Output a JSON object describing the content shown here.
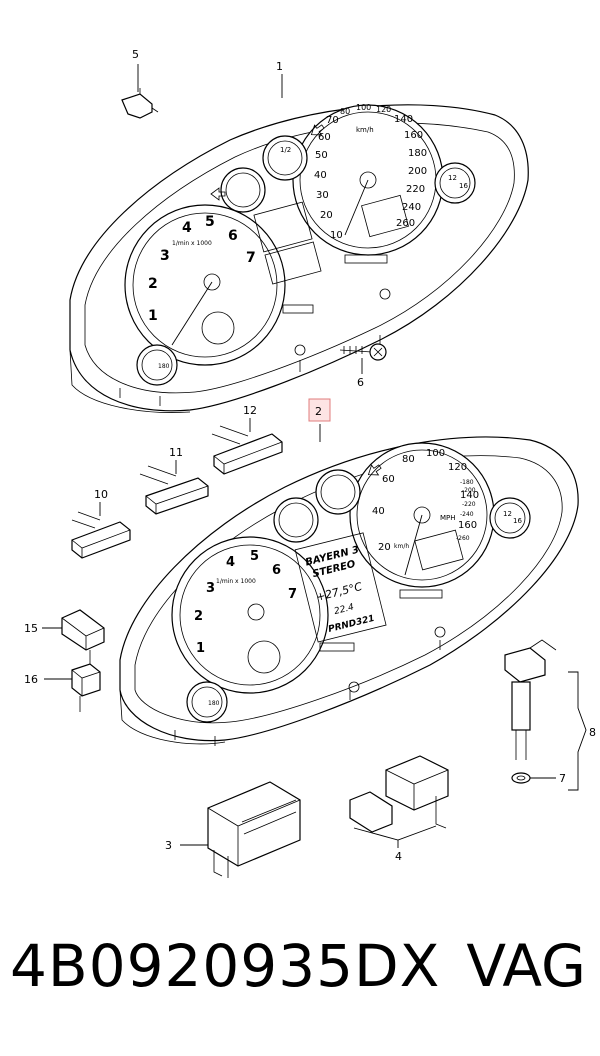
{
  "callouts": {
    "c1": "1",
    "c2": "2",
    "c3": "3",
    "c4": "4",
    "c5": "5",
    "c6": "6",
    "c7": "7",
    "c8": "8",
    "c10": "10",
    "c11": "11",
    "c12": "12",
    "c15": "15",
    "c16": "16"
  },
  "top_cluster": {
    "tacho_numbers": [
      "1",
      "2",
      "3",
      "4",
      "5",
      "6",
      "7"
    ],
    "tacho_unit": "1/min x 1000",
    "speedo_numbers": [
      "10",
      "20",
      "30",
      "40",
      "50",
      "60",
      "70",
      "80",
      "100",
      "120",
      "140",
      "160",
      "180",
      "200",
      "220",
      "240",
      "260"
    ],
    "speedo_unit": "km/h",
    "fuel_half": "1/2",
    "temp_values": [
      "12",
      "16"
    ],
    "oil_value": "180"
  },
  "bottom_cluster": {
    "tacho_numbers": [
      "1",
      "2",
      "3",
      "4",
      "5",
      "6",
      "7"
    ],
    "tacho_unit": "1/min x 1000",
    "speedo_numbers": [
      "20",
      "40",
      "60",
      "80",
      "100",
      "120",
      "140",
      "160"
    ],
    "speedo_mph": [
      "-180",
      "-200",
      "-220",
      "-240",
      "-260"
    ],
    "speedo_mph_label": "MPH",
    "speedo_unit": "km/h",
    "display_line1": "BAYERN 3",
    "display_line2": "STEREO",
    "display_temp": "+27,5°C",
    "display_odo": "22.4",
    "display_gear": "PRND321",
    "temp_values": [
      "12",
      "16"
    ],
    "oil_value": "180"
  },
  "footer": {
    "part_number": "4B0920935DX",
    "brand": "VAG"
  }
}
